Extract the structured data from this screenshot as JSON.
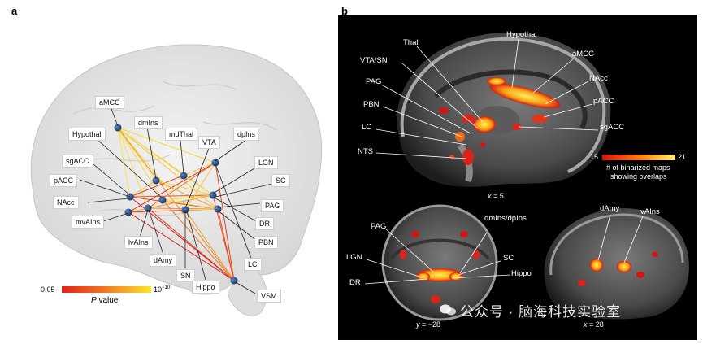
{
  "panel_a": {
    "letter": "a",
    "labels": {
      "aMCC": "aMCC",
      "dmIns": "dmIns",
      "mdThal": "mdThal",
      "dpIns": "dpIns",
      "Hypothal": "Hypothal",
      "VTA": "VTA",
      "sgACC": "sgACC",
      "LGN": "LGN",
      "pACC": "pACC",
      "SC": "SC",
      "NAcc": "NAcc",
      "PAG": "PAG",
      "mvAIns": "mvAIns",
      "DR": "DR",
      "lvAIns": "lvAIns",
      "PBN": "PBN",
      "dAmy": "dAmy",
      "LC": "LC",
      "SN": "SN",
      "Hippo": "Hippo",
      "VSM": "VSM"
    },
    "colorbar": {
      "min_label": "0.05",
      "max_label": "10",
      "max_exp": "−10",
      "title": "P value",
      "colors": [
        "#e4201c",
        "#f47a1d",
        "#fde725"
      ]
    }
  },
  "panel_b": {
    "letter": "b",
    "sagittal_labels": {
      "Thal": "Thal",
      "Hypothal": "Hypothal",
      "VTA_SN": "VTA/SN",
      "aMCC": "aMCC",
      "PAG": "PAG",
      "NAcc": "NAcc",
      "PBN": "PBN",
      "pACC": "pACC",
      "LC": "LC",
      "sgACC": "sgACC",
      "NTS": "NTS"
    },
    "sagittal_coord_var": "x",
    "sagittal_coord_val": " = 5",
    "legend": {
      "min": "15",
      "max": "21",
      "line1": "# of binarized maps",
      "line2": "showing overlaps"
    },
    "coronal_labels": {
      "PAG": "PAG",
      "dmIns": "dmIns/dpIns",
      "LGN": "LGN",
      "SC": "SC",
      "DR": "DR",
      "Hippo": "Hippo"
    },
    "coronal_coord_var": "y",
    "coronal_coord_val": " = −28",
    "sag2_labels": {
      "dAmy": "dAmy",
      "vAIns": "vAIns"
    },
    "sag2_coord_var": "x",
    "sag2_coord_val": " = 28"
  },
  "watermark": {
    "text": "公众号 · 脑海科技实验室"
  }
}
